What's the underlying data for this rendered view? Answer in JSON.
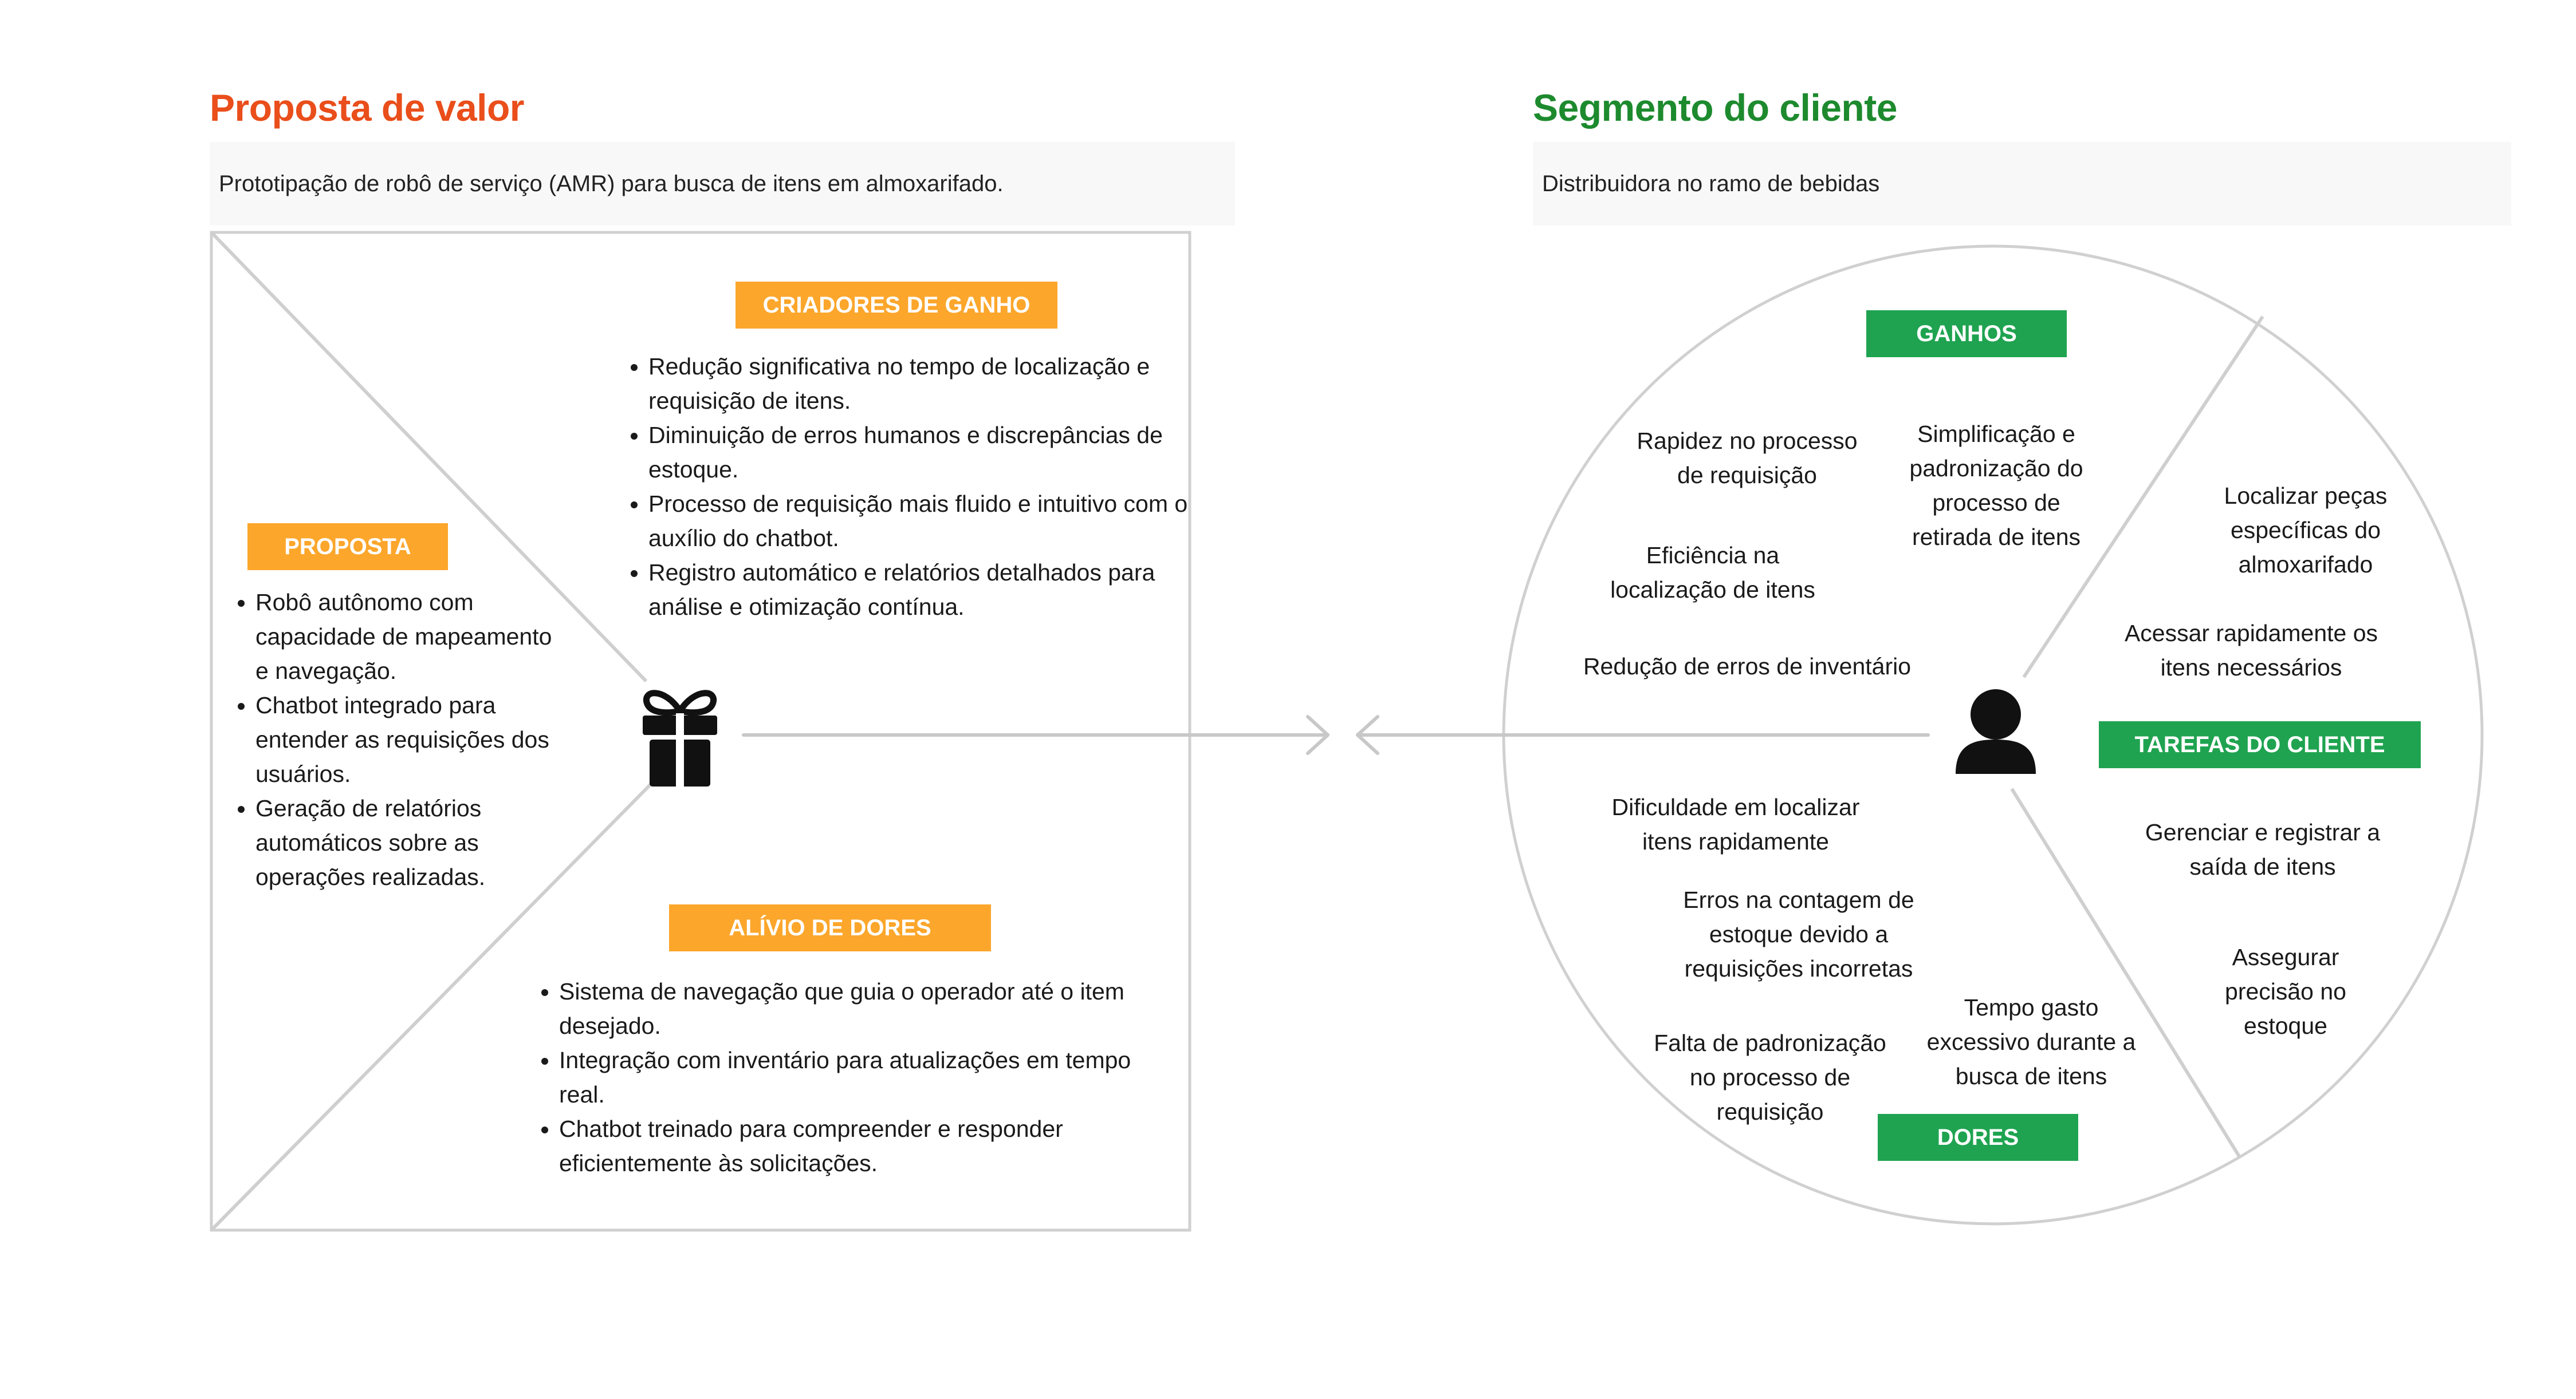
{
  "value_proposition": {
    "title": "Proposta de valor",
    "title_color": "#e94e1b",
    "description": "Prototipação de robô de serviço (AMR) para busca de itens em almoxarifado.",
    "gain_creators": {
      "label": "CRIADORES DE GANHO",
      "items": [
        "Redução significativa no tempo de localização e requisição de itens.",
        "Diminuição de erros humanos e discrepâncias de estoque.",
        "Processo de requisição mais fluido e intuitivo com o auxílio do chatbot.",
        "Registro automático e relatórios detalhados para análise e otimização contínua."
      ]
    },
    "proposal": {
      "label": "PROPOSTA",
      "items": [
        "Robô autônomo com capacidade de mapeamento e navegação.",
        "Chatbot integrado para entender as requisições dos usuários.",
        "Geração de relatórios automáticos sobre as operações realizadas."
      ]
    },
    "pain_relievers": {
      "label": "ALÍVIO DE DORES",
      "items": [
        "Sistema de navegação que guia o operador até o item desejado.",
        "Integração com inventário para atualizações em tempo real.",
        "Chatbot treinado para compreender e responder eficientemente às solicitações."
      ]
    },
    "icon": "gift-icon",
    "tag_color": "#fca62b"
  },
  "customer_segment": {
    "title": "Segmento do cliente",
    "title_color": "#1d8a2e",
    "description": "Distribuidora no ramo de bebidas",
    "gains": {
      "label": "GANHOS",
      "items": [
        "Rapidez no processo de requisição",
        "Simplificação e padronização do processo de retirada de itens",
        "Eficiência na localização de itens",
        "Redução de erros de inventário"
      ]
    },
    "customer_jobs": {
      "label": "TAREFAS DO CLIENTE",
      "items": [
        "Localizar peças específicas do almoxarifado",
        "Acessar rapidamente os itens necessários",
        "Gerenciar e registrar a saída de itens",
        "Assegurar precisão no estoque"
      ]
    },
    "pains": {
      "label": "DORES",
      "items": [
        "Dificuldade em localizar itens rapidamente",
        "Erros na contagem de estoque devido a requisições incorretas",
        "Falta de padronização no processo de requisição",
        "Tempo gasto excessivo durante a busca de itens"
      ]
    },
    "icon": "user-icon",
    "tag_color": "#1fa350"
  }
}
